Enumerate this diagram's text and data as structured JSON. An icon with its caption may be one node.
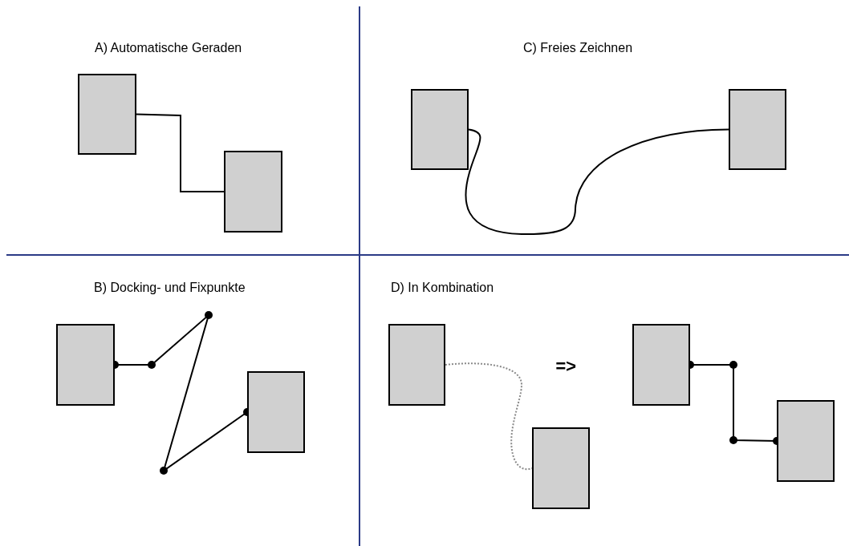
{
  "diagram": {
    "nodes": [
      {
        "text": [],
        "shape": "box"
      },
      {
        "text": [],
        "shape": "box"
      },
      {
        "text": [],
        "shape": "box"
      },
      {
        "text": [],
        "shape": "box"
      },
      {
        "text": [],
        "shape": "box"
      },
      {
        "text": [],
        "shape": "box"
      },
      {
        "text": [],
        "shape": "box"
      },
      {
        "text": [],
        "shape": "box"
      },
      {
        "text": [],
        "shape": "box"
      },
      {
        "text": [],
        "shape": "box"
      }
    ],
    "edges": [
      {
        "from": 0,
        "to": 1,
        "arrow": "none"
      },
      {
        "from": 2,
        "to": 3,
        "arrow": "none"
      },
      {
        "from": 4,
        "to": 5,
        "arrow": "other"
      },
      {
        "from": 6,
        "to": 7,
        "arrow": "none",
        "style": "dashed",
        "color": "#8a8a8a"
      },
      {
        "from": 8,
        "to": 9,
        "arrow": "other"
      }
    ],
    "labels": [
      "A) Automatische Geraden",
      "C) Freies Zeichnen",
      "B) Docking- und Fixpunkte",
      "D) In Kombination",
      "=>"
    ]
  }
}
